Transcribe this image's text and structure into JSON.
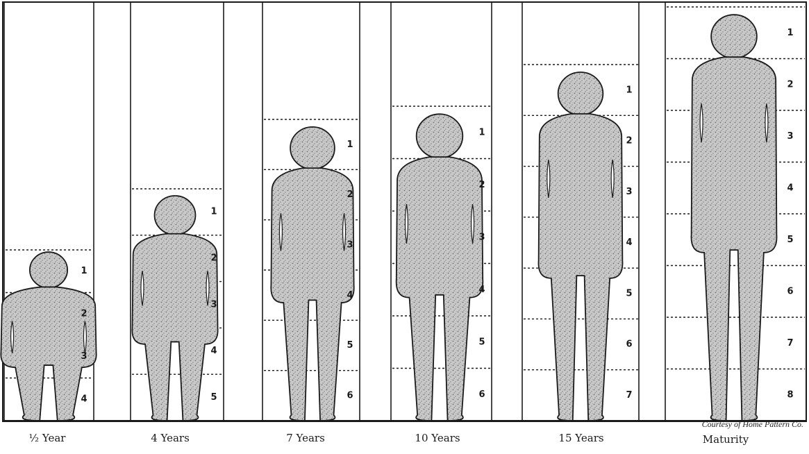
{
  "credit": "Courtesy of Home Pattern Co.",
  "colors": {
    "ink": "#1a1a1a",
    "fill": "#c9c9c9",
    "speckle": "#6b6b6b",
    "paper": "#ffffff"
  },
  "figures": [
    {
      "label": "½ Year",
      "head_units": [
        "1",
        "2",
        "3",
        "4"
      ]
    },
    {
      "label": "4 Years",
      "head_units": [
        "1",
        "2",
        "3",
        "4",
        "5"
      ]
    },
    {
      "label": "7 Years",
      "head_units": [
        "1",
        "2",
        "3",
        "4",
        "5",
        "6"
      ]
    },
    {
      "label": "10 Years",
      "head_units": [
        "1",
        "2",
        "3",
        "4",
        "5",
        "6"
      ]
    },
    {
      "label": "15 Years",
      "head_units": [
        "1",
        "2",
        "3",
        "4",
        "5",
        "6",
        "7"
      ]
    },
    {
      "label": "Maturity",
      "head_units": [
        "1",
        "2",
        "3",
        "4",
        "5",
        "6",
        "7",
        "8"
      ]
    }
  ]
}
